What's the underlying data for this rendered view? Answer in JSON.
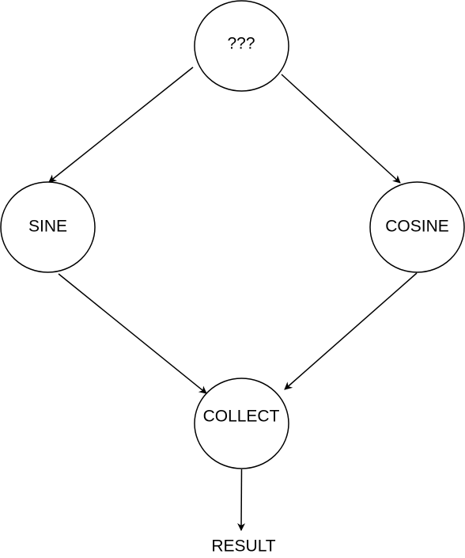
{
  "diagram": {
    "nodes": {
      "unknown": {
        "label": "???"
      },
      "sine": {
        "label": "SINE"
      },
      "cosine": {
        "label": "COSINE"
      },
      "collect": {
        "label": "COLLECT"
      }
    },
    "output": {
      "label": "RESULT"
    },
    "colors": {
      "stroke": "#000000",
      "fill": "#ffffff",
      "text": "#000000"
    }
  }
}
